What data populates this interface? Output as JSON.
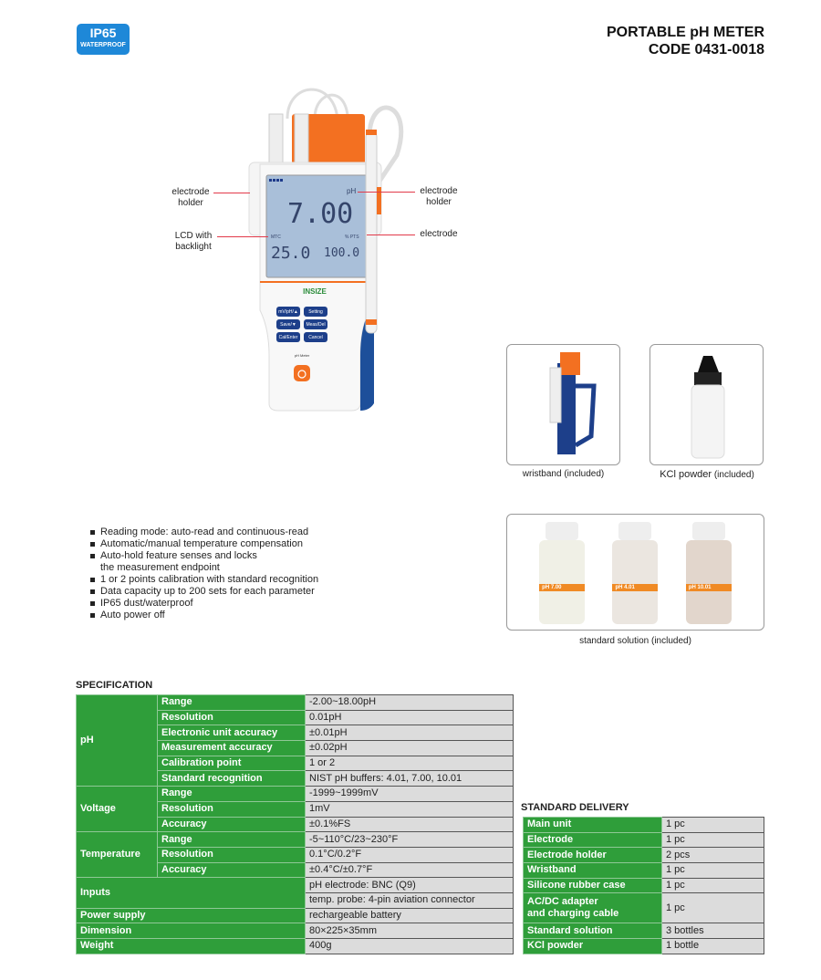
{
  "badge": {
    "line1": "IP65",
    "line2": "WATERPROOF"
  },
  "header": {
    "title": "PORTABLE pH METER",
    "code": "CODE 0431-0018"
  },
  "callouts": {
    "left_holder": "electrode\nholder",
    "lcd": "LCD with\nbacklight",
    "right_holder": "electrode\nholder",
    "electrode": "electrode"
  },
  "device": {
    "brand": "INSIZE",
    "unit": "pH",
    "reading": "7.00",
    "temp": "25.0",
    "pct": "100.0",
    "mtc": "MTC",
    "pct_label": "% PTS",
    "model_label": "pH Meter",
    "buttons": [
      "mV/pH/▲",
      "Setting",
      "Save/▼",
      "Meas/Del",
      "Cal/Enter",
      "Cancel"
    ]
  },
  "accessories": {
    "wristband": "wristband (included)",
    "kcl": "KCl powder",
    "kcl_suffix": " (included)",
    "solution": "standard solution (included)",
    "bottles": [
      "pH 7.00",
      "pH 4.01",
      "pH 10.01"
    ]
  },
  "features": [
    "Reading mode: auto-read and continuous-read",
    "Automatic/manual temperature compensation",
    "Auto-hold feature senses and locks",
    "the measurement endpoint",
    "1 or 2 points calibration with standard recognition",
    "Data capacity up to 200 sets for each parameter",
    "IP65 dust/waterproof",
    "Auto power off"
  ],
  "spec": {
    "title": "SPECIFICATION",
    "ph": {
      "label": "pH",
      "rows": [
        [
          "Range",
          "-2.00~18.00pH"
        ],
        [
          "Resolution",
          "0.01pH"
        ],
        [
          "Electronic unit accuracy",
          "±0.01pH"
        ],
        [
          "Measurement accuracy",
          "±0.02pH"
        ],
        [
          "Calibration point",
          "1 or 2"
        ],
        [
          "Standard recognition",
          "NIST pH buffers: 4.01, 7.00, 10.01"
        ]
      ]
    },
    "voltage": {
      "label": "Voltage",
      "rows": [
        [
          "Range",
          "-1999~1999mV"
        ],
        [
          "Resolution",
          "1mV"
        ],
        [
          "Accuracy",
          "±0.1%FS"
        ]
      ]
    },
    "temperature": {
      "label": "Temperature",
      "rows": [
        [
          "Range",
          "-5~110°C/23~230°F"
        ],
        [
          "Resolution",
          "0.1°C/0.2°F"
        ],
        [
          "Accuracy",
          "±0.4°C/±0.7°F"
        ]
      ]
    },
    "inputs": {
      "label": "Inputs",
      "values": [
        "pH electrode: BNC (Q9)",
        "temp. probe: 4-pin aviation connector"
      ]
    },
    "power": [
      "Power supply",
      "rechargeable battery"
    ],
    "dimension": [
      "Dimension",
      "80×225×35mm"
    ],
    "weight": [
      "Weight",
      "400g"
    ]
  },
  "delivery": {
    "title": "STANDARD DELIVERY",
    "rows": [
      [
        "Main unit",
        "1 pc"
      ],
      [
        "Electrode",
        "1 pc"
      ],
      [
        "Electrode holder",
        "2 pcs"
      ],
      [
        "Wristband",
        "1 pc"
      ],
      [
        "Silicone rubber case",
        "1 pc"
      ],
      [
        "AC/DC adapter\nand charging cable",
        "1 pc"
      ],
      [
        "Standard solution",
        "3 bottles"
      ],
      [
        "KCl powder",
        "1 bottle"
      ]
    ]
  }
}
